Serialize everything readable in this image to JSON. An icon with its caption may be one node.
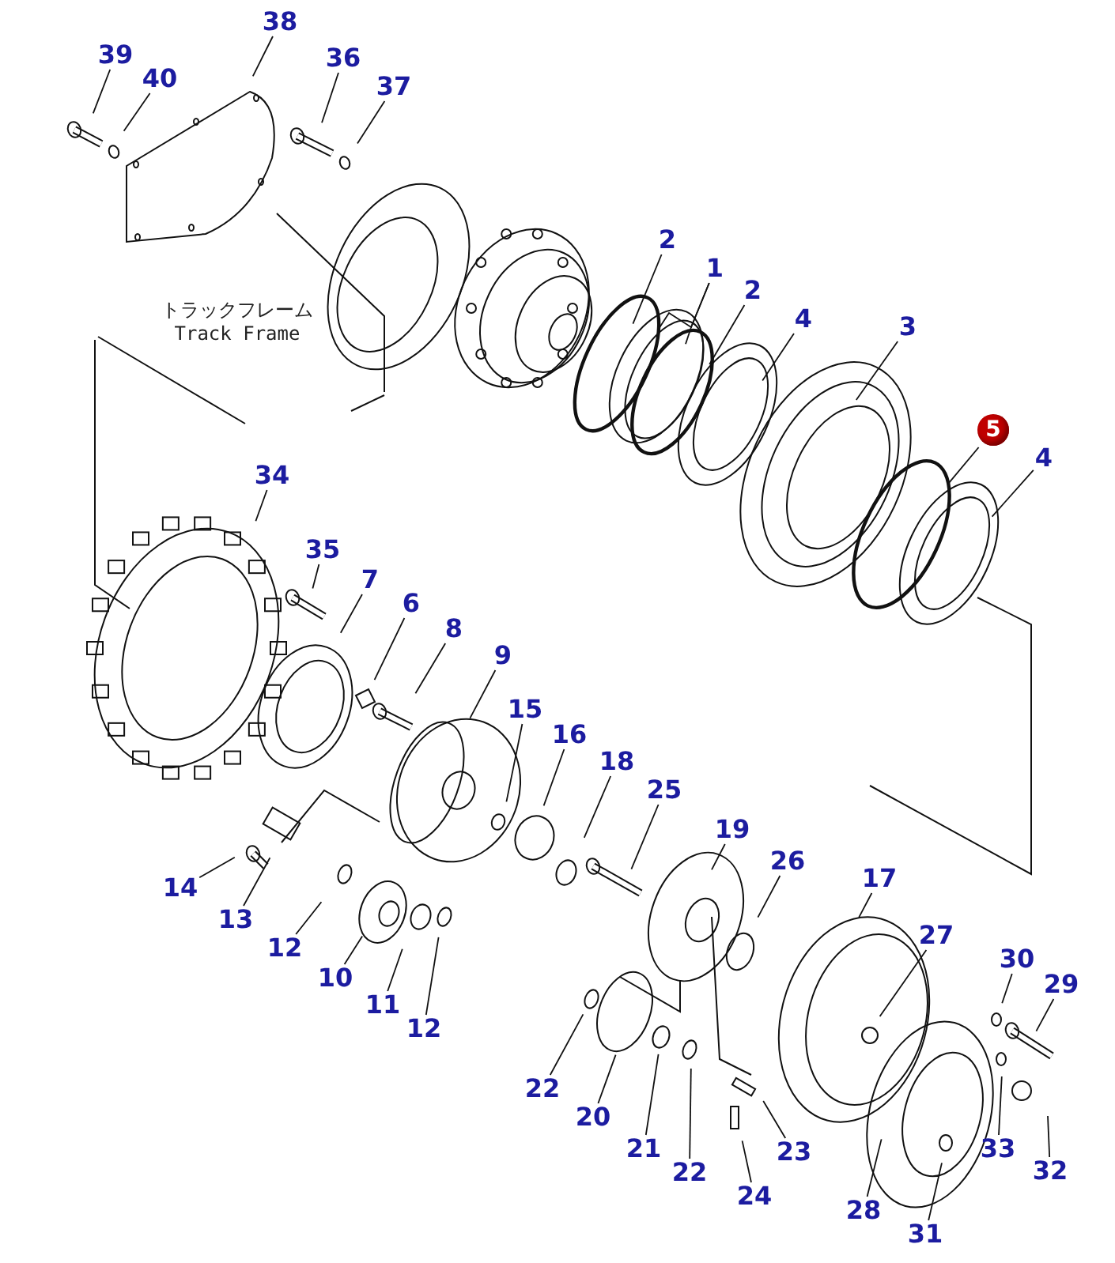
{
  "diagram": {
    "nodes": [
      {
        "text": [
          "39"
        ]
      },
      {
        "text": [
          "40"
        ]
      },
      {
        "text": [
          "38"
        ]
      },
      {
        "text": [
          "36"
        ]
      },
      {
        "text": [
          "37"
        ]
      },
      {
        "text": [
          "2"
        ]
      },
      {
        "text": [
          "1"
        ]
      },
      {
        "text": [
          "2"
        ]
      },
      {
        "text": [
          "4"
        ]
      },
      {
        "text": [
          "3"
        ]
      },
      {
        "text": [
          "5"
        ]
      },
      {
        "text": [
          "4"
        ]
      },
      {
        "text": [
          "34"
        ]
      },
      {
        "text": [
          "35"
        ]
      },
      {
        "text": [
          "7"
        ]
      },
      {
        "text": [
          "6"
        ]
      },
      {
        "text": [
          "8"
        ]
      },
      {
        "text": [
          "9"
        ]
      },
      {
        "text": [
          "15"
        ]
      },
      {
        "text": [
          "16"
        ]
      },
      {
        "text": [
          "18"
        ]
      },
      {
        "text": [
          "25"
        ]
      },
      {
        "text": [
          "19"
        ]
      },
      {
        "text": [
          "26"
        ]
      },
      {
        "text": [
          "17"
        ]
      },
      {
        "text": [
          "27"
        ]
      },
      {
        "text": [
          "30"
        ]
      },
      {
        "text": [
          "29"
        ]
      },
      {
        "text": [
          "14"
        ]
      },
      {
        "text": [
          "13"
        ]
      },
      {
        "text": [
          "12"
        ]
      },
      {
        "text": [
          "10"
        ]
      },
      {
        "text": [
          "11"
        ]
      },
      {
        "text": [
          "12"
        ]
      },
      {
        "text": [
          "22"
        ]
      },
      {
        "text": [
          "20"
        ]
      },
      {
        "text": [
          "21"
        ]
      },
      {
        "text": [
          "22"
        ]
      },
      {
        "text": [
          "23"
        ]
      },
      {
        "text": [
          "24"
        ]
      },
      {
        "text": [
          "33"
        ]
      },
      {
        "text": [
          "32"
        ]
      },
      {
        "text": [
          "28"
        ]
      },
      {
        "text": [
          "31"
        ]
      }
    ],
    "edges": [
      {
        "from": 0,
        "to": null,
        "arrow": "none"
      },
      {
        "from": 1,
        "to": null,
        "arrow": "none"
      },
      {
        "from": 2,
        "to": null,
        "arrow": "none"
      },
      {
        "from": 3,
        "to": null,
        "arrow": "none"
      },
      {
        "from": 4,
        "to": null,
        "arrow": "none"
      },
      {
        "from": 5,
        "to": null,
        "arrow": "none"
      },
      {
        "from": 6,
        "to": null,
        "arrow": "none"
      },
      {
        "from": 6,
        "to": null,
        "arrow": "none"
      },
      {
        "from": 7,
        "to": null,
        "arrow": "none"
      },
      {
        "from": 8,
        "to": null,
        "arrow": "none"
      },
      {
        "from": 9,
        "to": null,
        "arrow": "none"
      },
      {
        "from": 10,
        "to": null,
        "arrow": "none"
      },
      {
        "from": 11,
        "to": null,
        "arrow": "none"
      },
      {
        "from": 12,
        "to": null,
        "arrow": "none"
      },
      {
        "from": 13,
        "to": null,
        "arrow": "none"
      },
      {
        "from": 14,
        "to": null,
        "arrow": "none"
      },
      {
        "from": 15,
        "to": null,
        "arrow": "none"
      },
      {
        "from": 16,
        "to": null,
        "arrow": "none"
      },
      {
        "from": 17,
        "to": null,
        "arrow": "none"
      },
      {
        "from": 18,
        "to": null,
        "arrow": "none"
      },
      {
        "from": 19,
        "to": null,
        "arrow": "none"
      },
      {
        "from": 20,
        "to": null,
        "arrow": "none"
      },
      {
        "from": 21,
        "to": null,
        "arrow": "none"
      },
      {
        "from": 22,
        "to": null,
        "arrow": "none"
      },
      {
        "from": 23,
        "to": null,
        "arrow": "none"
      },
      {
        "from": 24,
        "to": null,
        "arrow": "none"
      },
      {
        "from": 25,
        "to": null,
        "arrow": "none"
      },
      {
        "from": 26,
        "to": null,
        "arrow": "none"
      },
      {
        "from": 27,
        "to": null,
        "arrow": "none"
      },
      {
        "from": 28,
        "to": null,
        "arrow": "none"
      },
      {
        "from": 29,
        "to": null,
        "arrow": "none"
      },
      {
        "from": 30,
        "to": null,
        "arrow": "none"
      },
      {
        "from": 31,
        "to": null,
        "arrow": "none"
      },
      {
        "from": 32,
        "to": null,
        "arrow": "none"
      },
      {
        "from": 33,
        "to": null,
        "arrow": "none"
      },
      {
        "from": 34,
        "to": null,
        "arrow": "none"
      },
      {
        "from": 35,
        "to": null,
        "arrow": "none"
      },
      {
        "from": 36,
        "to": null,
        "arrow": "none"
      },
      {
        "from": 37,
        "to": null,
        "arrow": "none"
      },
      {
        "from": 38,
        "to": null,
        "arrow": "none"
      },
      {
        "from": 39,
        "to": null,
        "arrow": "none"
      },
      {
        "from": 40,
        "to": null,
        "arrow": "none"
      },
      {
        "from": 41,
        "to": null,
        "arrow": "none"
      },
      {
        "from": 42,
        "to": null,
        "arrow": "none"
      },
      {
        "from": 43,
        "to": null,
        "arrow": "none"
      }
    ],
    "labels": [
      "トラックフレーム",
      "Track Frame"
    ]
  }
}
